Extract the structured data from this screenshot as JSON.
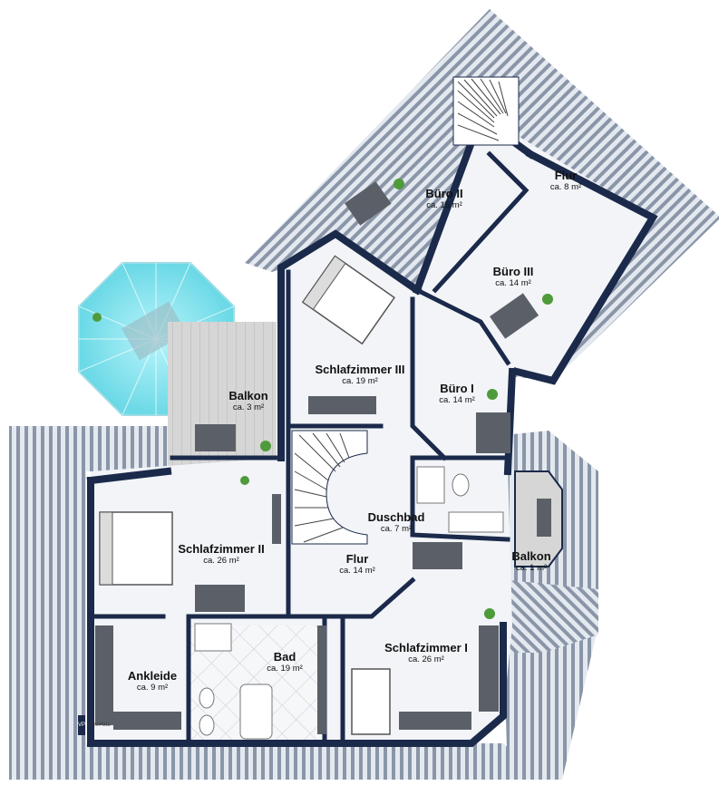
{
  "rooms": [
    {
      "id": "flur-top",
      "name": "Flur",
      "area": "ca. 8 m²"
    },
    {
      "id": "buero-2",
      "name": "Büro II",
      "area": "ca. 15 m²"
    },
    {
      "id": "buero-3",
      "name": "Büro III",
      "area": "ca. 14 m²"
    },
    {
      "id": "schlafzimmer-3",
      "name": "Schlafzimmer III",
      "area": "ca. 19 m²"
    },
    {
      "id": "buero-1",
      "name": "Büro I",
      "area": "ca. 14 m²"
    },
    {
      "id": "balkon-left",
      "name": "Balkon",
      "area": "ca. 3 m²"
    },
    {
      "id": "duschbad",
      "name": "Duschbad",
      "area": "ca. 7 m²"
    },
    {
      "id": "schlafzimmer-2",
      "name": "Schlafzimmer II",
      "area": "ca. 26 m²"
    },
    {
      "id": "flur-main",
      "name": "Flur",
      "area": "ca. 14 m²"
    },
    {
      "id": "balkon-right",
      "name": "Balkon",
      "area": "ca. 1 m²"
    },
    {
      "id": "schlafzimmer-1",
      "name": "Schlafzimmer I",
      "area": "ca. 26 m²"
    },
    {
      "id": "bad",
      "name": "Bad",
      "area": "ca. 19 m²"
    },
    {
      "id": "ankleide",
      "name": "Ankleide",
      "area": "ca. 9 m²"
    }
  ],
  "logo": {
    "mark": "VP",
    "text": "VON POLL"
  },
  "colors": {
    "wall": "#1b2a4a",
    "floor": "#f2f4f8",
    "roof": "#c9d3df",
    "roof_stripe": "#7d8a9c",
    "terrace_glass": "#7fe3ee",
    "deck": "#cfcfcf",
    "furniture": "#5b6068",
    "plant": "#4f9a3a"
  }
}
